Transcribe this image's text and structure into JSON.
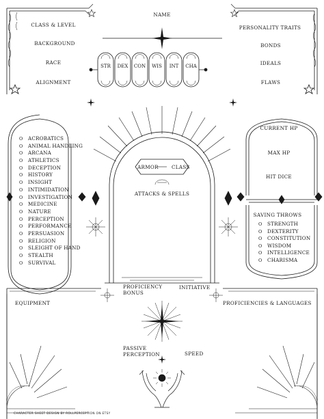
{
  "header": {
    "name_label": "NAME"
  },
  "identity": {
    "class_level": "CLASS & LEVEL",
    "background": "BACKGROUND",
    "race": "RACE",
    "alignment": "ALIGNMENT"
  },
  "traits": {
    "personality": "PERSONALITY TRAITS",
    "bonds": "BONDS",
    "ideals": "IDEALS",
    "flaws": "FLAWS"
  },
  "abilities": [
    "STR",
    "DEX",
    "CON",
    "WIS",
    "INT",
    "CHA"
  ],
  "skills": {
    "bullet": "O",
    "items": [
      "ACROBATICS",
      "ANIMAL HANDLING",
      "ARCANA",
      "ATHLETICS",
      "DECEPTION",
      "HISTORY",
      "INSIGHT",
      "INTIMIDATION",
      "INVESTIGATION",
      "MEDICINE",
      "NATURE",
      "PERCEPTION",
      "PERFORMANCE",
      "PERSUASION",
      "RELIGION",
      "SLEIGHT OF HAND",
      "STEALTH",
      "SURVIVAL"
    ]
  },
  "vitals": {
    "current_hp": "CURRENT HP",
    "max_hp": "MAX HP",
    "hit_dice": "HIT DICE"
  },
  "saves": {
    "title": "SAVING THROWS",
    "items": [
      "STRENGTH",
      "DEXTERITY",
      "CONSTITUTION",
      "WISDOM",
      "INTELLIGENCE",
      "CHARISMA"
    ]
  },
  "center": {
    "armor": "ARMOR",
    "class": "CLASS",
    "attacks": "ATTACKS & SPELLS"
  },
  "lower": {
    "proficiency_1": "PROFICIENCY",
    "proficiency_2": "BONUS",
    "initiative": "INITIATIVE",
    "equipment": "EQUIPMENT",
    "proficiencies_languages": "PROFICIENCIES & LANGUAGES",
    "passive_1": "PASSIVE",
    "passive_2": "PERCEPTION",
    "speed": "SPEED"
  },
  "credit": "CHARACTER SHEET DESIGN BY ROLLPERCEPTION ON ETSY"
}
